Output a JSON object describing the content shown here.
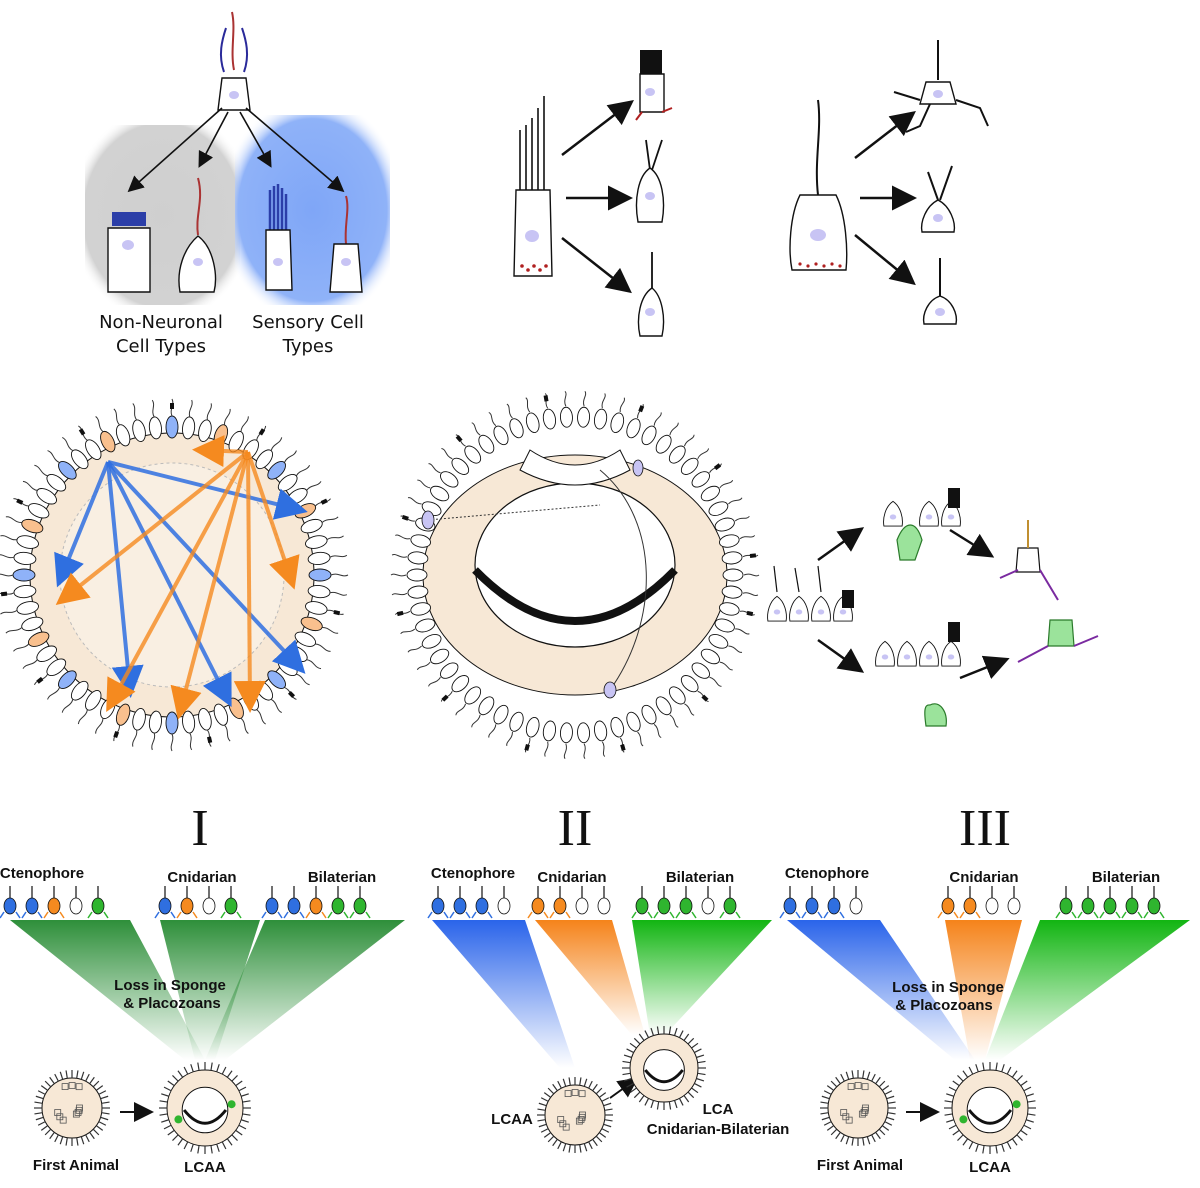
{
  "top_left": {
    "label_non_neuronal_1": "Non-Neuronal",
    "label_non_neuronal_2": "Cell Types",
    "label_sensory_1": "Sensory Cell",
    "label_sensory_2": "Types"
  },
  "scenarios": {
    "I": {
      "numeral": "I",
      "groups": [
        "Ctenophore",
        "Cnidarian",
        "Bilaterian"
      ],
      "loss_1": "Loss in Sponge",
      "loss_2": "& Placozoans",
      "start_label": "First Animal",
      "end_label": "LCAA"
    },
    "II": {
      "numeral": "II",
      "groups": [
        "Ctenophore",
        "Cnidarian",
        "Bilaterian"
      ],
      "lcaa": "LCAA",
      "lca_1": "LCA",
      "lca_2": "Cnidarian-Bilaterian"
    },
    "III": {
      "numeral": "III",
      "groups": [
        "Ctenophore",
        "Cnidarian",
        "Bilaterian"
      ],
      "loss_1": "Loss in Sponge",
      "loss_2": "& Placozoans",
      "start_label": "First Animal",
      "end_label": "LCAA"
    }
  },
  "colors": {
    "blue": "#2f6fe0",
    "orange": "#f58a1f",
    "green": "#2fb52f",
    "grey_panel": "#cfcfcf",
    "blue_panel": "#7fa6f7",
    "cell_fill": "#f7e8d6",
    "nucleus": "#c8c4f4",
    "granule": "#b02020"
  }
}
